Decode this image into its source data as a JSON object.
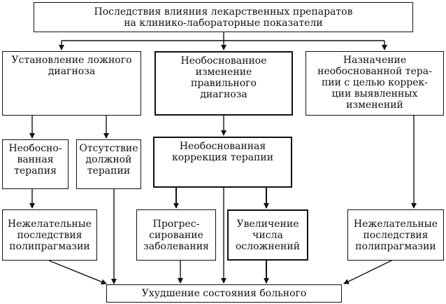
{
  "diagram": {
    "nodes": {
      "root": "Последствия влияния лекарственных препаратов\nна клинико-лабораторные показатели",
      "false_diagnosis": "Установление ложного\nдиагноза",
      "unfounded_change": "Необоснованное\nизменение\nправильного\nдиагноза",
      "unfounded_therapy_assignment": "Назначение\nнеобоснованной тера-\nпии с целью коррек-\nции выявленных\nизменений",
      "unfounded_therapy": "Необосно-\nванная\nтерапия",
      "no_therapy": "Отсутствие\nдолжной\nтерапии",
      "unfounded_correction": "Необоснованная\nкоррекция терапии",
      "polypragmasy_left": "Нежелательные\nпоследствия\nполипрагмазии",
      "progression": "Прогрес-\nсирование\nзаболевания",
      "complications": "Увеличение\nчисла\nосложнений",
      "polypragmasy_right": "Нежелательные\nпоследствия\nполипрагмазии",
      "worsening": "Ухудшение состояния больного"
    }
  }
}
